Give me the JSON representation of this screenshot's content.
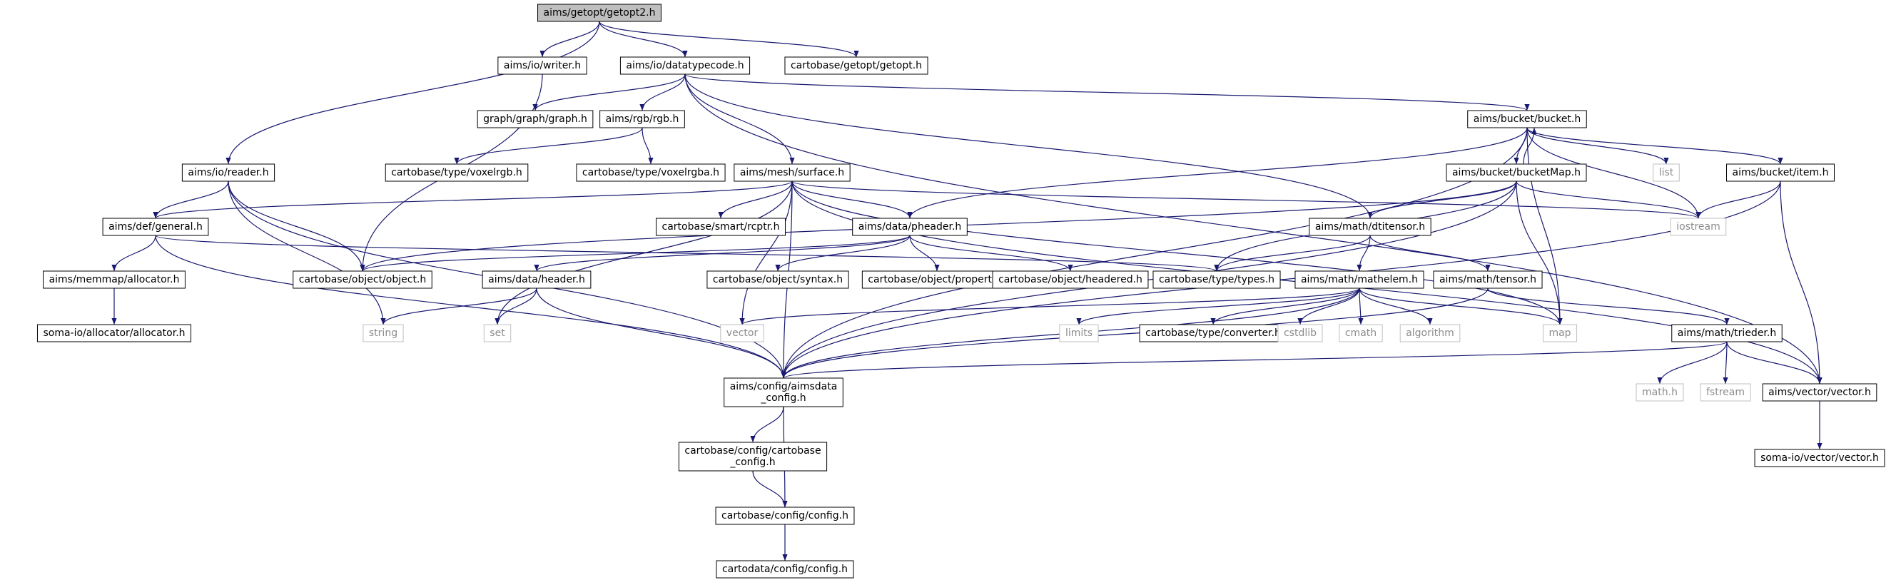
{
  "colors": {
    "edge": "#191970",
    "node_border": "#000000",
    "external_border": "#bfbfbf",
    "root_fill": "#bfbfbf",
    "node_fill": "#ffffff",
    "external_text": "#8c8c8c",
    "text": "#000000"
  },
  "nodes": [
    {
      "id": "root",
      "label": "aims/getopt/getopt2.h",
      "kind": "root"
    },
    {
      "id": "writer",
      "label": "aims/io/writer.h",
      "kind": "file"
    },
    {
      "id": "datatypecode",
      "label": "aims/io/datatypecode.h",
      "kind": "file"
    },
    {
      "id": "cgetopt",
      "label": "cartobase/getopt/getopt.h",
      "kind": "file"
    },
    {
      "id": "reader",
      "label": "aims/io/reader.h",
      "kind": "file"
    },
    {
      "id": "graph",
      "label": "graph/graph/graph.h",
      "kind": "file"
    },
    {
      "id": "rgb",
      "label": "aims/rgb/rgb.h",
      "kind": "file"
    },
    {
      "id": "bucket",
      "label": "aims/bucket/bucket.h",
      "kind": "file"
    },
    {
      "id": "voxelrgb",
      "label": "cartobase/type/voxelrgb.h",
      "kind": "file"
    },
    {
      "id": "voxelrgba",
      "label": "cartobase/type/voxelrgba.h",
      "kind": "file"
    },
    {
      "id": "surface",
      "label": "aims/mesh/surface.h",
      "kind": "file"
    },
    {
      "id": "bucketmap",
      "label": "aims/bucket/bucketMap.h",
      "kind": "file"
    },
    {
      "id": "list",
      "label": "list",
      "kind": "external"
    },
    {
      "id": "item",
      "label": "aims/bucket/item.h",
      "kind": "file"
    },
    {
      "id": "general",
      "label": "aims/def/general.h",
      "kind": "file"
    },
    {
      "id": "rcptr",
      "label": "cartobase/smart/rcptr.h",
      "kind": "file"
    },
    {
      "id": "pheader",
      "label": "aims/data/pheader.h",
      "kind": "file"
    },
    {
      "id": "dtitensor",
      "label": "aims/math/dtitensor.h",
      "kind": "file"
    },
    {
      "id": "iostream",
      "label": "iostream",
      "kind": "external"
    },
    {
      "id": "memalloc",
      "label": "aims/memmap/allocator.h",
      "kind": "file"
    },
    {
      "id": "object",
      "label": "cartobase/object/object.h",
      "kind": "file"
    },
    {
      "id": "header",
      "label": "aims/data/header.h",
      "kind": "file"
    },
    {
      "id": "syntax",
      "label": "cartobase/object/syntax.h",
      "kind": "file"
    },
    {
      "id": "property",
      "label": "cartobase/object/property.h",
      "kind": "file"
    },
    {
      "id": "headered",
      "label": "cartobase/object/headered.h",
      "kind": "file"
    },
    {
      "id": "types",
      "label": "cartobase/type/types.h",
      "kind": "file"
    },
    {
      "id": "mathelem",
      "label": "aims/math/mathelem.h",
      "kind": "file"
    },
    {
      "id": "tensor",
      "label": "aims/math/tensor.h",
      "kind": "file"
    },
    {
      "id": "somaalloc",
      "label": "soma-io/allocator/allocator.h",
      "kind": "file"
    },
    {
      "id": "string",
      "label": "string",
      "kind": "external"
    },
    {
      "id": "set",
      "label": "set",
      "kind": "external"
    },
    {
      "id": "vector",
      "label": "vector",
      "kind": "external"
    },
    {
      "id": "limits",
      "label": "limits",
      "kind": "external"
    },
    {
      "id": "converter",
      "label": "cartobase/type/converter.h",
      "kind": "file"
    },
    {
      "id": "cstdlib",
      "label": "cstdlib",
      "kind": "external"
    },
    {
      "id": "cmath",
      "label": "cmath",
      "kind": "external"
    },
    {
      "id": "algorithm",
      "label": "algorithm",
      "kind": "external"
    },
    {
      "id": "map",
      "label": "map",
      "kind": "external"
    },
    {
      "id": "trieder",
      "label": "aims/math/trieder.h",
      "kind": "file"
    },
    {
      "id": "aimsdataconfig",
      "label": [
        "aims/config/aimsdata",
        "_config.h"
      ],
      "kind": "file"
    },
    {
      "id": "mathh",
      "label": "math.h",
      "kind": "external"
    },
    {
      "id": "fstream",
      "label": "fstream",
      "kind": "external"
    },
    {
      "id": "vectorh",
      "label": "aims/vector/vector.h",
      "kind": "file"
    },
    {
      "id": "cartobaseconfig",
      "label": [
        "cartobase/config/cartobase",
        "_config.h"
      ],
      "kind": "file"
    },
    {
      "id": "somavector",
      "label": "soma-io/vector/vector.h",
      "kind": "file"
    },
    {
      "id": "config",
      "label": "cartobase/config/config.h",
      "kind": "file"
    },
    {
      "id": "cartodataconfig",
      "label": "cartodata/config/config.h",
      "kind": "file"
    }
  ],
  "edges": [
    [
      "root",
      "writer"
    ],
    [
      "root",
      "datatypecode"
    ],
    [
      "root",
      "cgetopt"
    ],
    [
      "root",
      "reader"
    ],
    [
      "writer",
      "object"
    ],
    [
      "datatypecode",
      "graph"
    ],
    [
      "datatypecode",
      "rgb"
    ],
    [
      "datatypecode",
      "bucket"
    ],
    [
      "datatypecode",
      "surface"
    ],
    [
      "datatypecode",
      "dtitensor"
    ],
    [
      "datatypecode",
      "vectorh"
    ],
    [
      "rgb",
      "voxelrgb"
    ],
    [
      "rgb",
      "voxelrgba"
    ],
    [
      "reader",
      "general"
    ],
    [
      "reader",
      "object"
    ],
    [
      "reader",
      "string"
    ],
    [
      "reader",
      "aimsdataconfig"
    ],
    [
      "bucket",
      "bucketmap"
    ],
    [
      "bucket",
      "list"
    ],
    [
      "bucket",
      "item"
    ],
    [
      "bucket",
      "iostream"
    ],
    [
      "bucket",
      "map"
    ],
    [
      "bucket",
      "pheader"
    ],
    [
      "bucket",
      "aimsdataconfig"
    ],
    [
      "bucketmap",
      "bucket"
    ],
    [
      "bucketmap",
      "iostream"
    ],
    [
      "bucketmap",
      "dtitensor"
    ],
    [
      "bucketmap",
      "types"
    ],
    [
      "bucketmap",
      "map"
    ],
    [
      "bucketmap",
      "aimsdataconfig"
    ],
    [
      "bucketmap",
      "object"
    ],
    [
      "item",
      "iostream"
    ],
    [
      "item",
      "vectorh"
    ],
    [
      "item",
      "aimsdataconfig"
    ],
    [
      "surface",
      "general"
    ],
    [
      "surface",
      "rcptr"
    ],
    [
      "surface",
      "pheader"
    ],
    [
      "surface",
      "vector"
    ],
    [
      "surface",
      "set"
    ],
    [
      "surface",
      "aimsdataconfig"
    ],
    [
      "surface",
      "iostream"
    ],
    [
      "surface",
      "map"
    ],
    [
      "surface",
      "vectorh"
    ],
    [
      "general",
      "types"
    ],
    [
      "general",
      "memalloc"
    ],
    [
      "general",
      "aimsdataconfig"
    ],
    [
      "memalloc",
      "somaalloc"
    ],
    [
      "pheader",
      "object"
    ],
    [
      "pheader",
      "header"
    ],
    [
      "pheader",
      "syntax"
    ],
    [
      "pheader",
      "property"
    ],
    [
      "pheader",
      "headered"
    ],
    [
      "dtitensor",
      "types"
    ],
    [
      "dtitensor",
      "mathelem"
    ],
    [
      "dtitensor",
      "tensor"
    ],
    [
      "header",
      "string"
    ],
    [
      "header",
      "set"
    ],
    [
      "header",
      "aimsdataconfig"
    ],
    [
      "mathelem",
      "vector"
    ],
    [
      "mathelem",
      "limits"
    ],
    [
      "mathelem",
      "converter"
    ],
    [
      "mathelem",
      "cstdlib"
    ],
    [
      "mathelem",
      "cmath"
    ],
    [
      "mathelem",
      "algorithm"
    ],
    [
      "mathelem",
      "map"
    ],
    [
      "mathelem",
      "aimsdataconfig"
    ],
    [
      "tensor",
      "trieder"
    ],
    [
      "tensor",
      "aimsdataconfig"
    ],
    [
      "trieder",
      "mathh"
    ],
    [
      "trieder",
      "fstream"
    ],
    [
      "trieder",
      "vectorh"
    ],
    [
      "trieder",
      "aimsdataconfig"
    ],
    [
      "vectorh",
      "somavector"
    ],
    [
      "aimsdataconfig",
      "cartobaseconfig"
    ],
    [
      "aimsdataconfig",
      "config"
    ],
    [
      "cartobaseconfig",
      "config"
    ],
    [
      "config",
      "cartodataconfig"
    ]
  ]
}
